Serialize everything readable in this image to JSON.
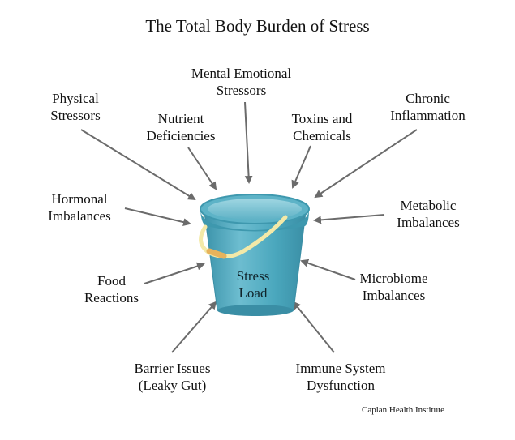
{
  "title": "The Total Body Burden of Stress",
  "bucket_label": {
    "line1": "Stress",
    "line2": "Load"
  },
  "stressors": [
    {
      "line1": "Physical",
      "line2": "Stressors"
    },
    {
      "line1": "Nutrient",
      "line2": "Deficiencies"
    },
    {
      "line1": "Mental Emotional",
      "line2": "Stressors"
    },
    {
      "line1": "Toxins and",
      "line2": "Chemicals"
    },
    {
      "line1": "Chronic",
      "line2": "Inflammation"
    },
    {
      "line1": "Hormonal",
      "line2": "Imbalances"
    },
    {
      "line1": "Metabolic",
      "line2": "Imbalances"
    },
    {
      "line1": "Food",
      "line2": "Reactions"
    },
    {
      "line1": "Microbiome",
      "line2": "Imbalances"
    },
    {
      "line1": "Barrier Issues",
      "line2": "(Leaky Gut)"
    },
    {
      "line1": "Immune System",
      "line2": "Dysfunction"
    }
  ],
  "credit": "Caplan Health Institute",
  "colors": {
    "bucket_body": "#4aa7bd",
    "bucket_light": "#7cc4d4",
    "bucket_rim": "#3e98ae",
    "handle": "#f3e9a8",
    "arrow": "#6b6b6b"
  }
}
